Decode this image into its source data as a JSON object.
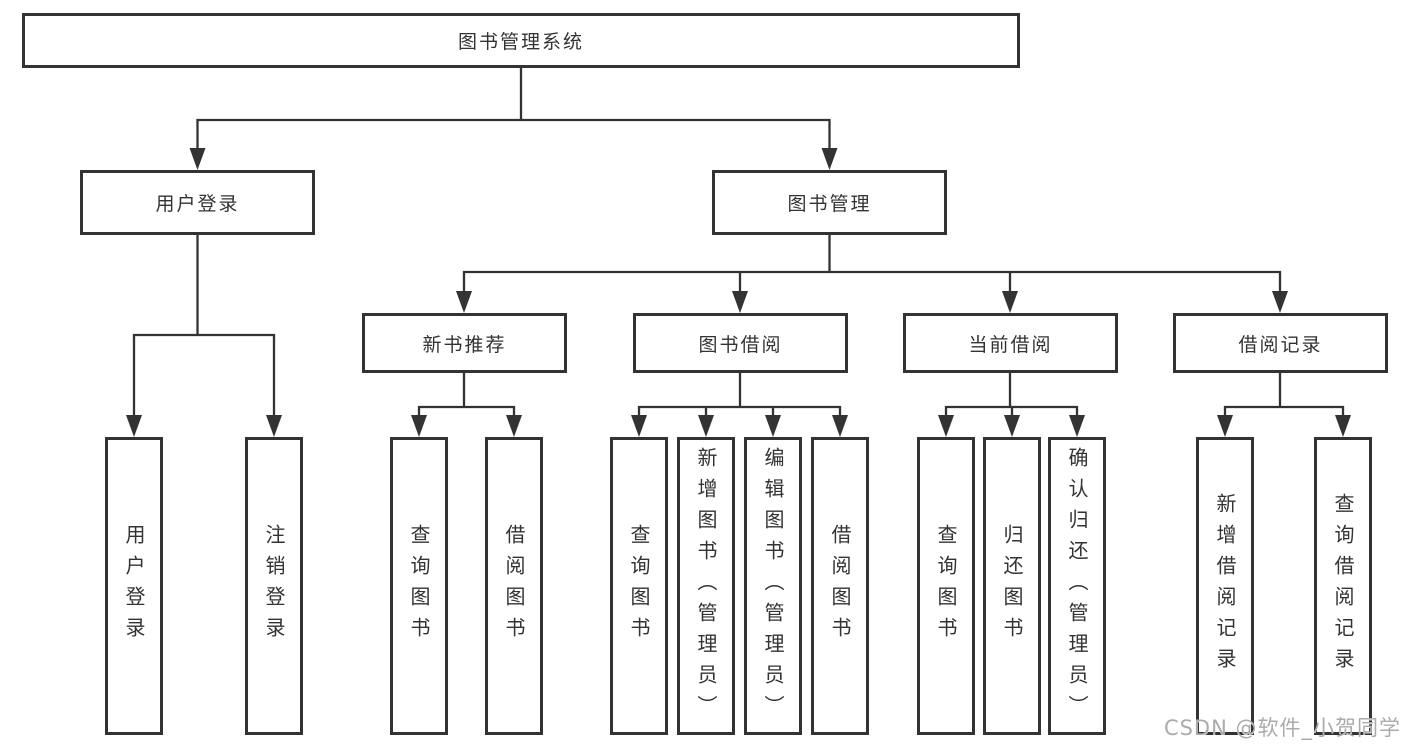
{
  "tree": {
    "label": "图书管理系统",
    "children": [
      {
        "label": "用户登录",
        "children": [
          {
            "label": "用户登录"
          },
          {
            "label": "注销登录"
          }
        ]
      },
      {
        "label": "图书管理",
        "children": [
          {
            "label": "新书推荐",
            "children": [
              {
                "label": "查询图书"
              },
              {
                "label": "借阅图书"
              }
            ]
          },
          {
            "label": "图书借阅",
            "children": [
              {
                "label": "查询图书"
              },
              {
                "label": "新增图书（管理员）"
              },
              {
                "label": "编辑图书（管理员）"
              },
              {
                "label": "借阅图书"
              }
            ]
          },
          {
            "label": "当前借阅",
            "children": [
              {
                "label": "查询图书"
              },
              {
                "label": "归还图书"
              },
              {
                "label": "确认归还（管理员）"
              }
            ]
          },
          {
            "label": "借阅记录",
            "children": [
              {
                "label": "新增借阅记录"
              },
              {
                "label": "查询借阅记录"
              }
            ]
          }
        ]
      }
    ]
  },
  "watermark": "CSDN @软件_小贺同学",
  "colors": {
    "line": "#333333",
    "text": "#333333",
    "box_background": "#ffffff",
    "watermark": "#ababab",
    "background": "#ffffff"
  }
}
